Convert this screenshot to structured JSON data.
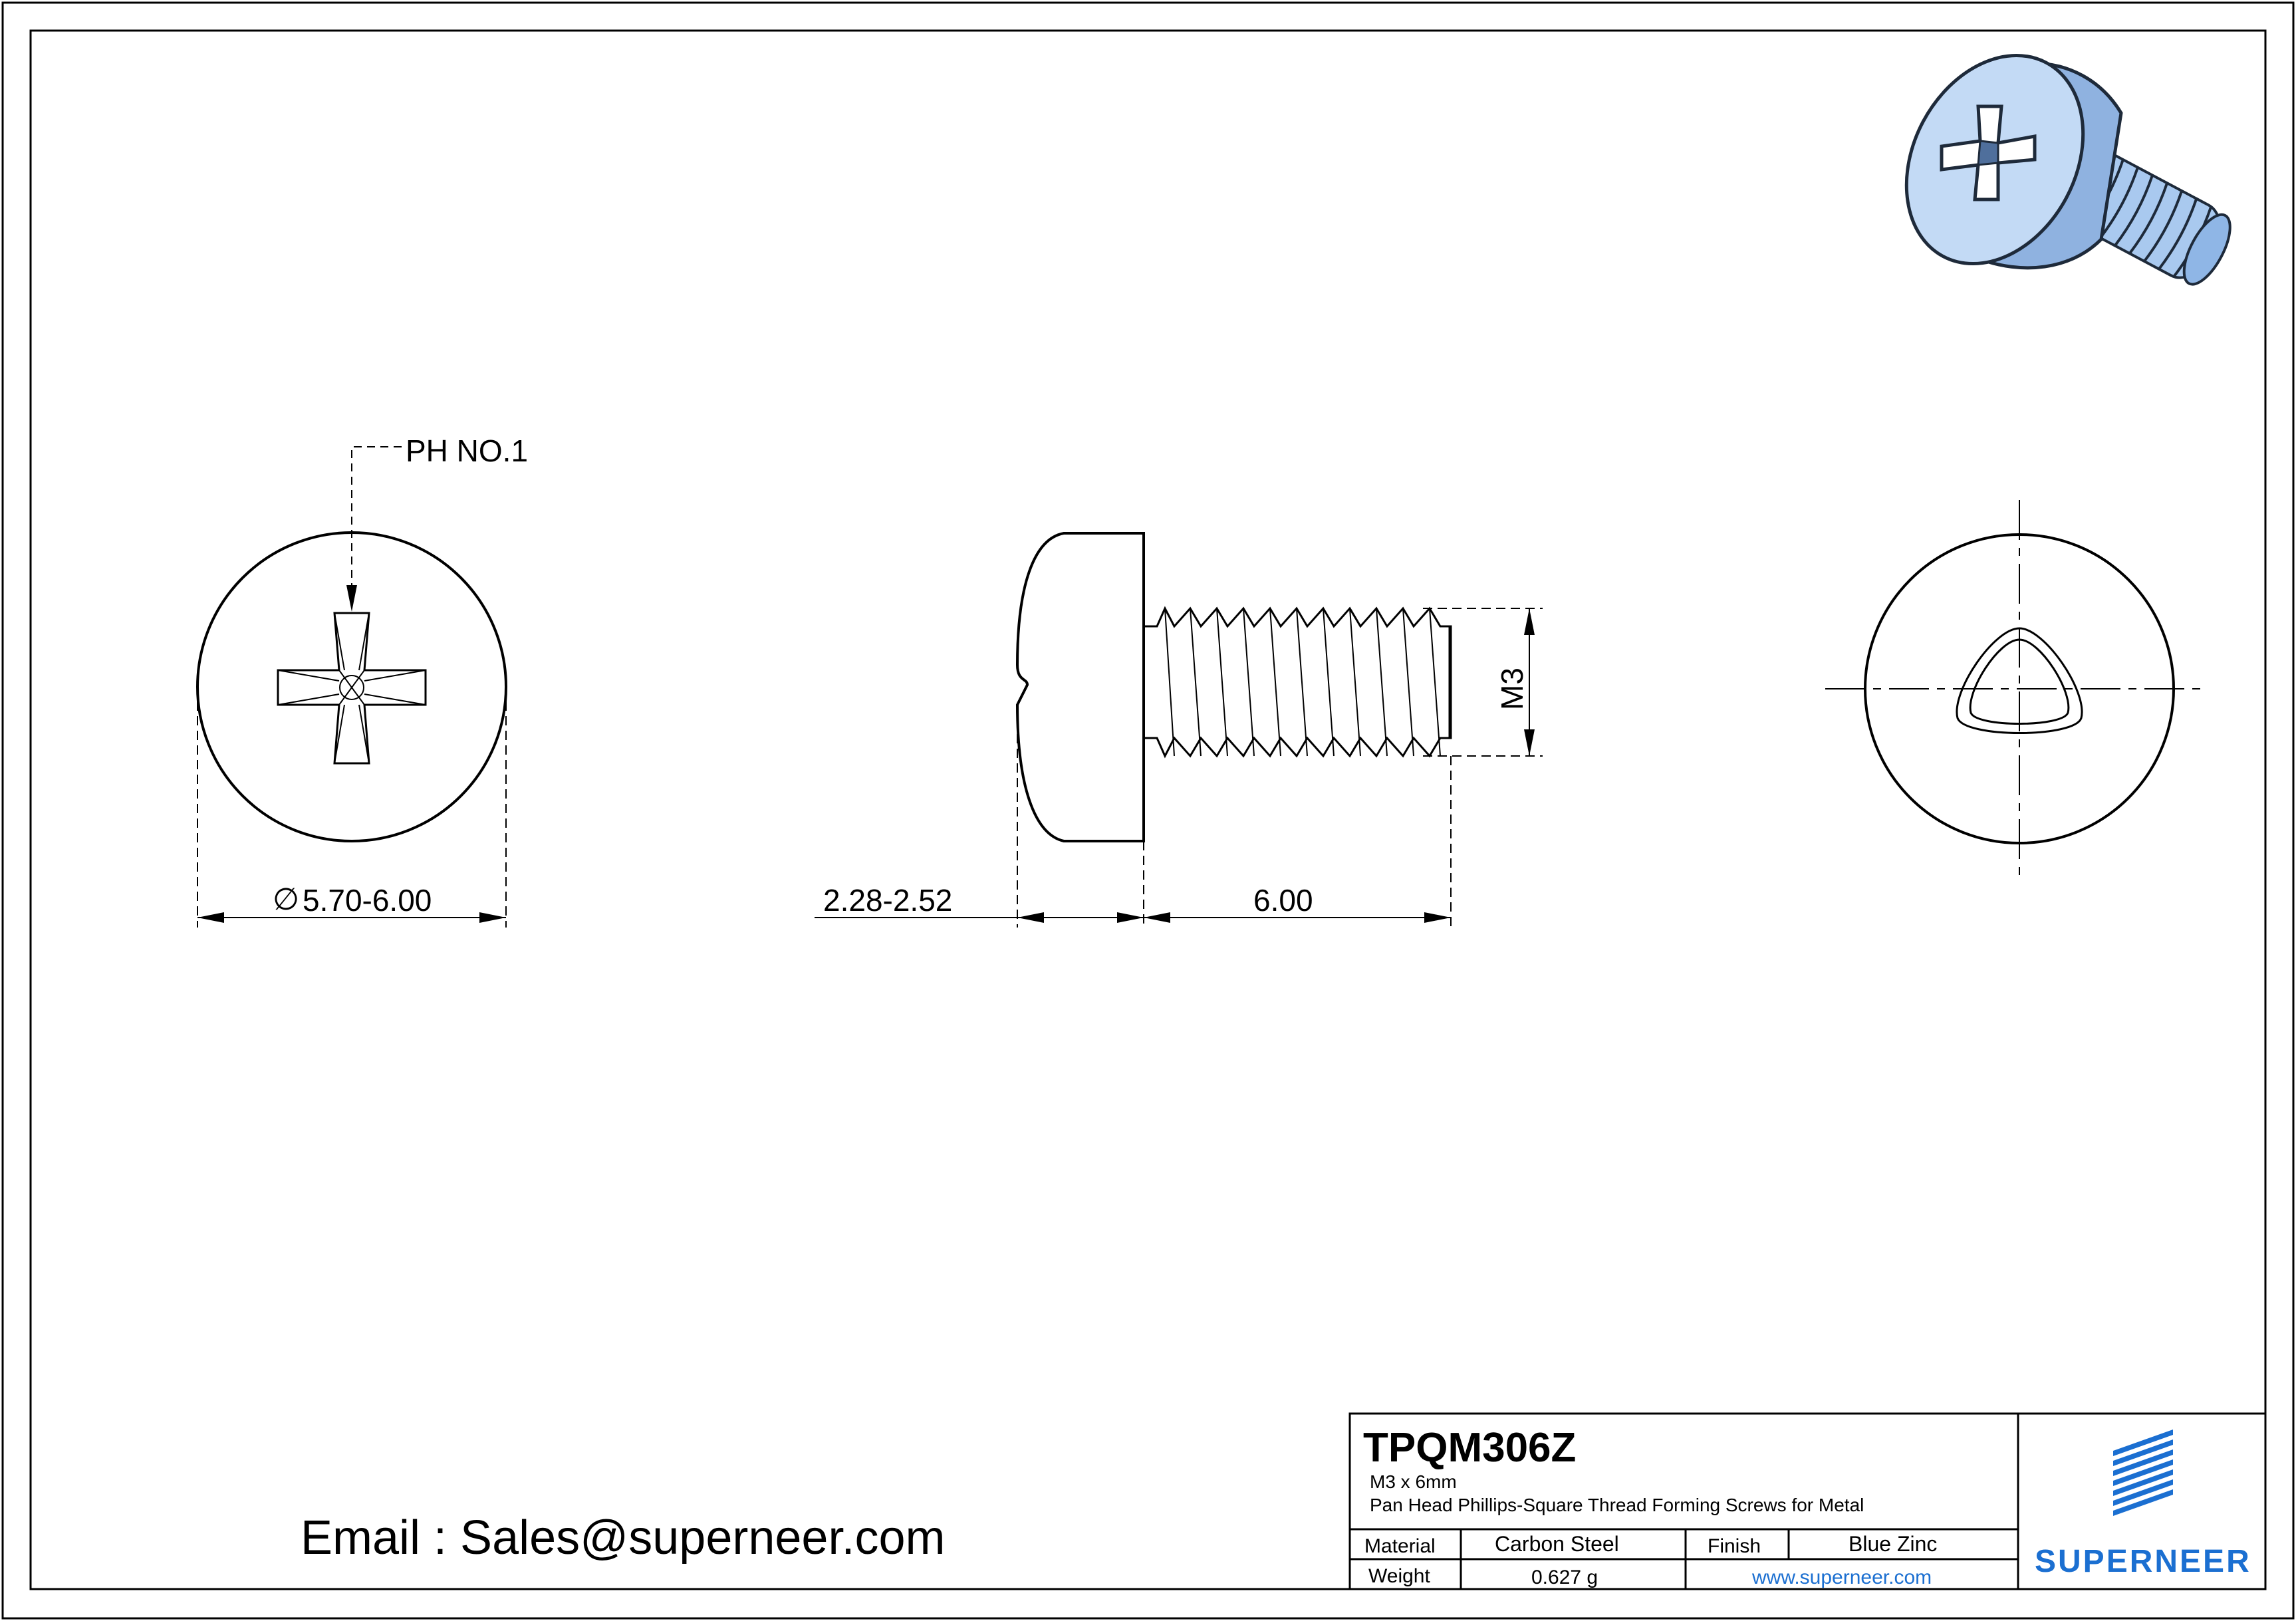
{
  "header": {
    "part_number": "TPQM306Z",
    "size": "M3 x 6mm",
    "description": "Pan Head Phillips-Square Thread Forming Screws for Metal"
  },
  "table": {
    "material_label": "Material",
    "material_value": "Carbon Steel",
    "finish_label": "Finish",
    "finish_value": "Blue Zinc",
    "weight_label": "Weight",
    "weight_value": "0.627 g",
    "website": "www.superneer.com"
  },
  "brand": {
    "name": "SUPERNEER",
    "color": "#1b6fd1"
  },
  "email": "Email : Sales@superneer.com",
  "dimensions": {
    "drive": "PH NO.1",
    "head_diameter_symbol": "∅",
    "head_diameter": "5.70-6.00",
    "head_height": "2.28-2.52",
    "length": "6.00",
    "thread": "M3"
  },
  "colors": {
    "line": "#000000",
    "render_blue": "#a9c9ef",
    "render_shadow": "#5c82b8"
  }
}
